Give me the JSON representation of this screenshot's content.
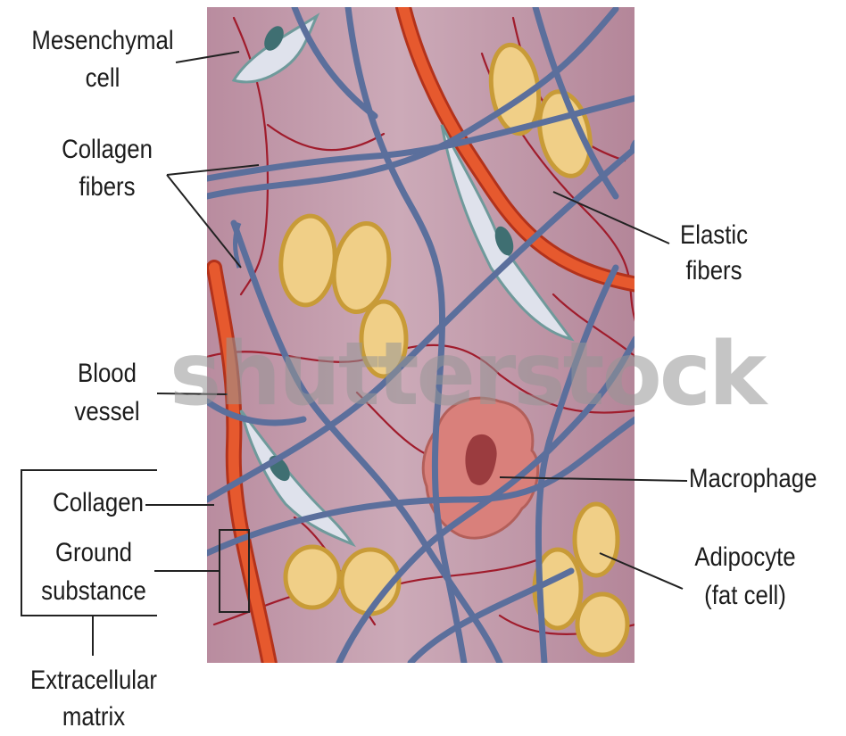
{
  "labels": {
    "mesenchymal_line1": "Mesenchymal",
    "mesenchymal_line2": "cell",
    "collagen_fibers_line1": "Collagen",
    "collagen_fibers_line2": "fibers",
    "elastic_line1": "Elastic",
    "elastic_line2": "fibers",
    "blood_line1": "Blood",
    "blood_line2": "vessel",
    "macrophage": "Macrophage",
    "collagen": "Collagen",
    "ground_line1": "Ground",
    "ground_line2": "substance",
    "adipocyte_line1": "Adipocyte",
    "adipocyte_line2": "(fat cell)",
    "ecm_line1": "Extracellular",
    "ecm_line2": "matrix"
  },
  "watermark": "shutterstock",
  "colors": {
    "tissue": "#c39aab",
    "collagen_fiber": "#5b6f9c",
    "elastic_fiber": "#a01c2c",
    "blood_vessel": "#e2512a",
    "adipocyte_fill": "#f0cf87",
    "adipocyte_border": "#c89b37",
    "macrophage": "#d9807b",
    "mesenchymal_cell": "#dfe2ec",
    "leader_line": "#222222"
  }
}
